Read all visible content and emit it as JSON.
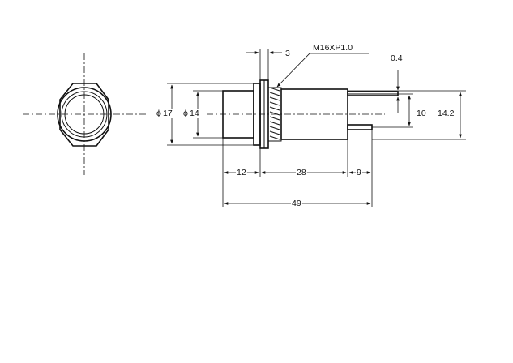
{
  "dimensions": {
    "thread_label": "M16XP1.0",
    "flange_thickness": "3",
    "pin_thickness": "0.4",
    "dia_outer": "17",
    "dia_inner": "14",
    "pin_gap": "10",
    "pin_span": "14.2",
    "len_head": "12",
    "len_body": "28",
    "len_pins": "9",
    "len_total": "49"
  },
  "symbols": {
    "diameter": "ϕ"
  }
}
